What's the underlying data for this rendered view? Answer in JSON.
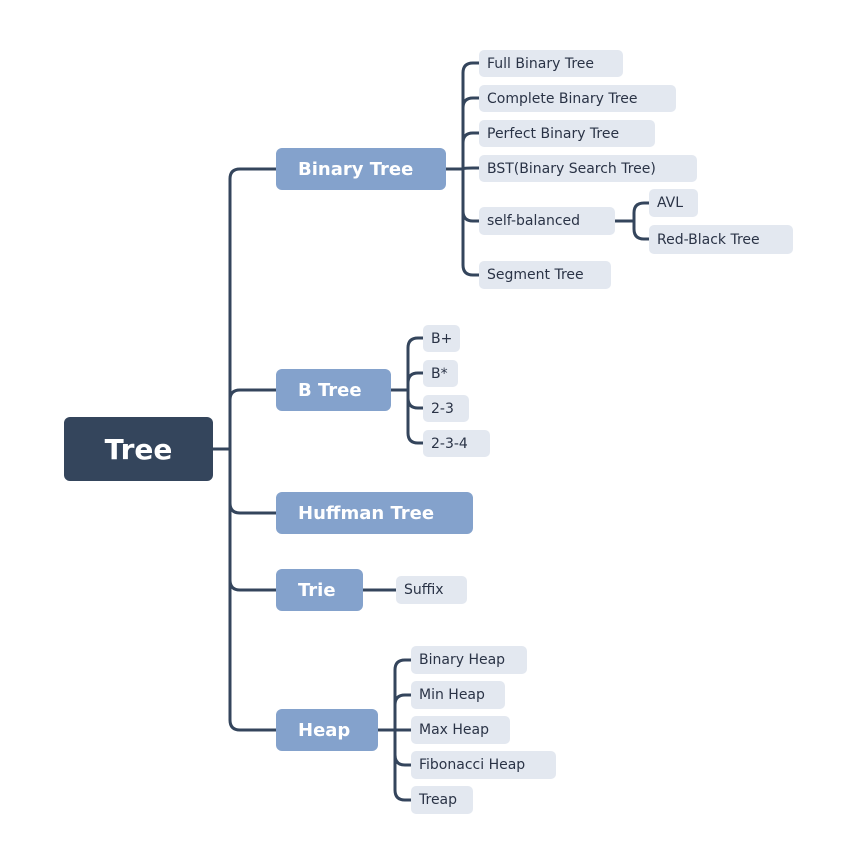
{
  "root": {
    "label": "Tree"
  },
  "branches": [
    {
      "label": "Binary Tree",
      "children": [
        {
          "label": "Full Binary Tree"
        },
        {
          "label": "Complete Binary Tree"
        },
        {
          "label": "Perfect Binary Tree"
        },
        {
          "label": "BST(Binary Search Tree)"
        },
        {
          "label": "self-balanced",
          "children": [
            {
              "label": "AVL"
            },
            {
              "label": "Red-Black Tree"
            }
          ]
        },
        {
          "label": "Segment Tree"
        }
      ]
    },
    {
      "label": "B Tree",
      "children": [
        {
          "label": "B+"
        },
        {
          "label": "B*"
        },
        {
          "label": "2-3"
        },
        {
          "label": "2-3-4"
        }
      ]
    },
    {
      "label": "Huffman Tree",
      "children": []
    },
    {
      "label": "Trie",
      "children": [
        {
          "label": "Suffix"
        }
      ]
    },
    {
      "label": "Heap",
      "children": [
        {
          "label": "Binary Heap"
        },
        {
          "label": "Min Heap"
        },
        {
          "label": "Max Heap"
        },
        {
          "label": "Fibonacci Heap"
        },
        {
          "label": "Treap"
        }
      ]
    }
  ],
  "colors": {
    "root_fill": "#34455c",
    "branch_fill": "#84a2cc",
    "leaf_fill": "#e3e8f0",
    "connector": "#34455c"
  }
}
